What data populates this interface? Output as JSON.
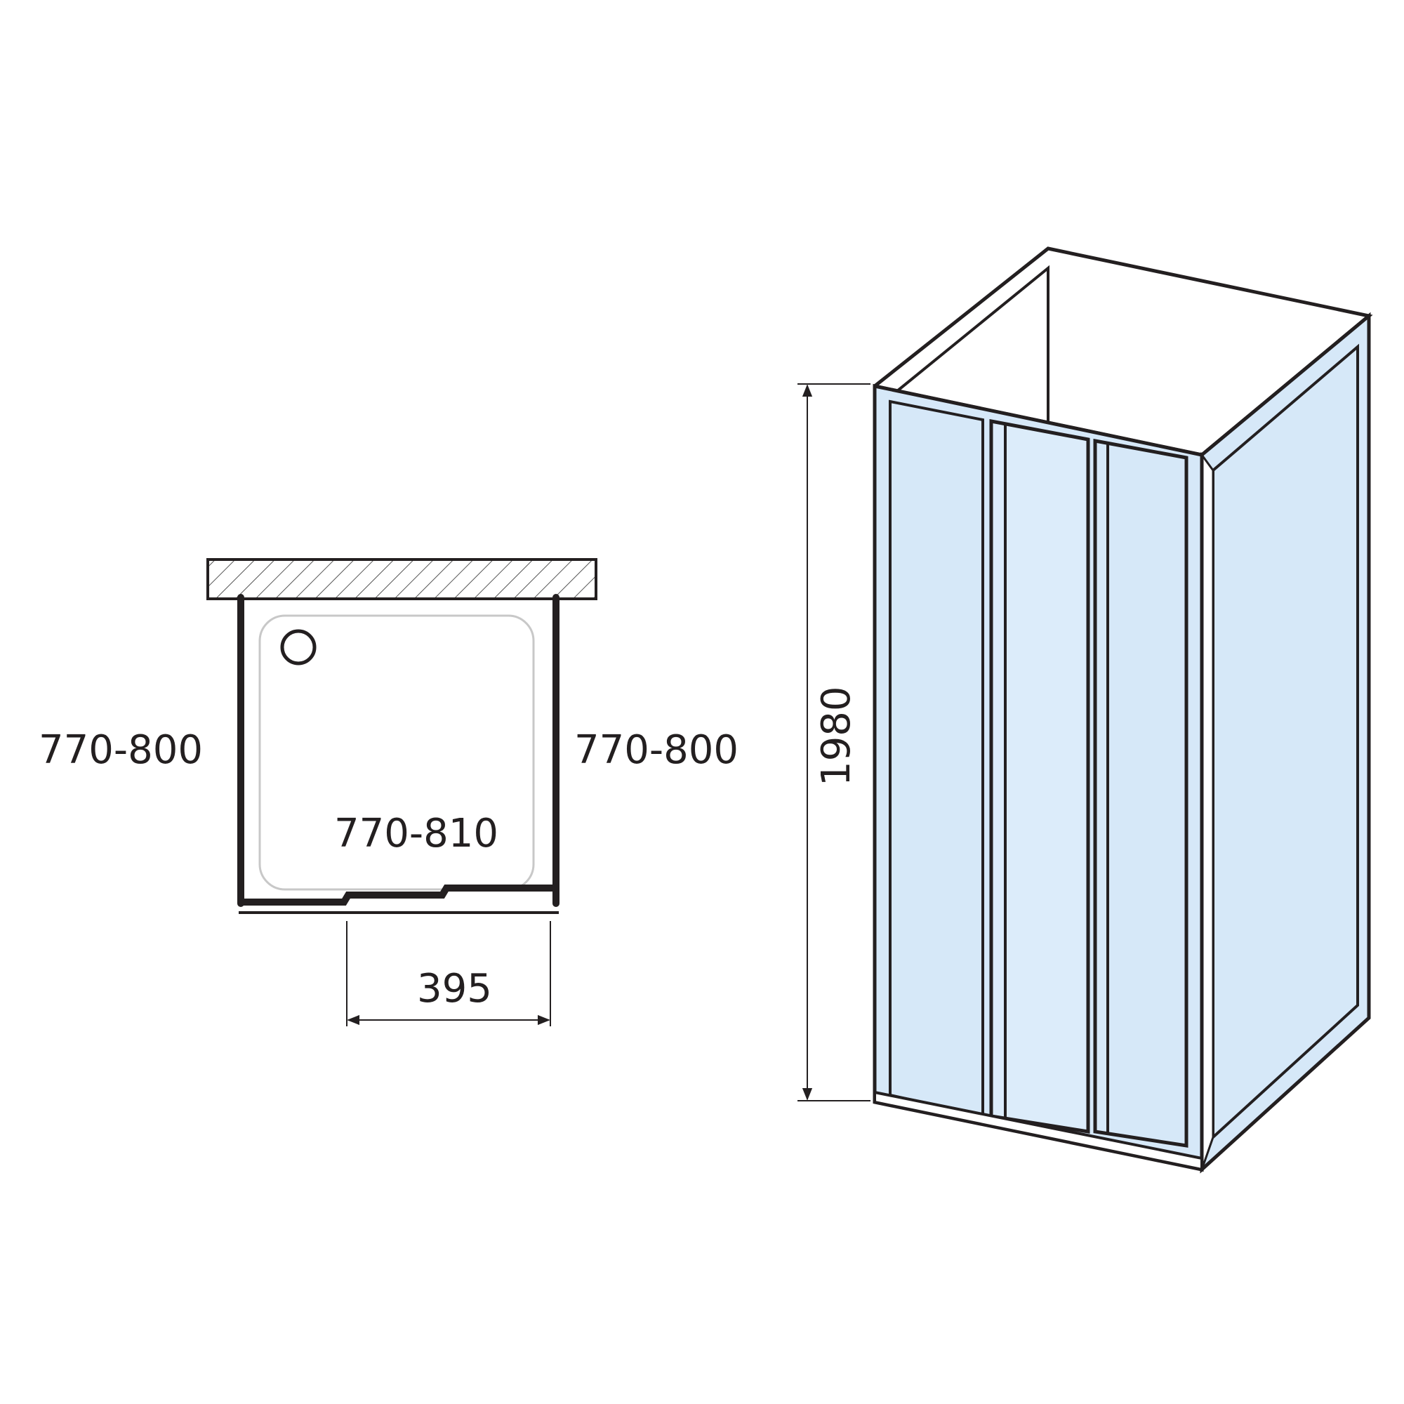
{
  "plan_view": {
    "left_depth_label": "770-800",
    "right_depth_label": "770-800",
    "width_label": "770-810",
    "entry_label": "395"
  },
  "elevation_view": {
    "height_label": "1980"
  },
  "colors": {
    "line": "#231f20",
    "glass": "#d6e8f8",
    "glass_light": "#e8f2fc",
    "tray_outline": "#c8c8c8",
    "wall_hatch": "#555555"
  }
}
